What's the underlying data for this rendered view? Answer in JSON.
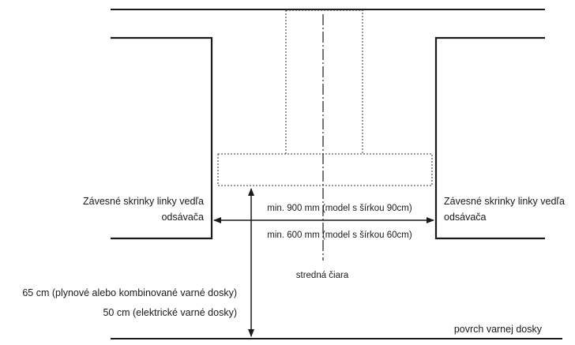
{
  "labels": {
    "left_cabinet_line1": "Závesné skrinky linky vedľa",
    "left_cabinet_line2": "odsávača",
    "right_cabinet_line1": "Závesné skrinky linky vedľa",
    "right_cabinet_line2": "odsávača",
    "width_90": "min. 900 mm (model s šírkou 90cm)",
    "width_60": "min. 600 mm (model s šírkou 60cm)",
    "centerline": "stredná čiara",
    "height_gas": "65 cm (plynové alebo kombinované varné dosky)",
    "height_electric": "50 cm (elektrické varné dosky)",
    "cooktop_surface": "povrch varnej dosky"
  },
  "colors": {
    "line": "#1a1a1a",
    "dotted": "#333333",
    "background": "#ffffff"
  }
}
